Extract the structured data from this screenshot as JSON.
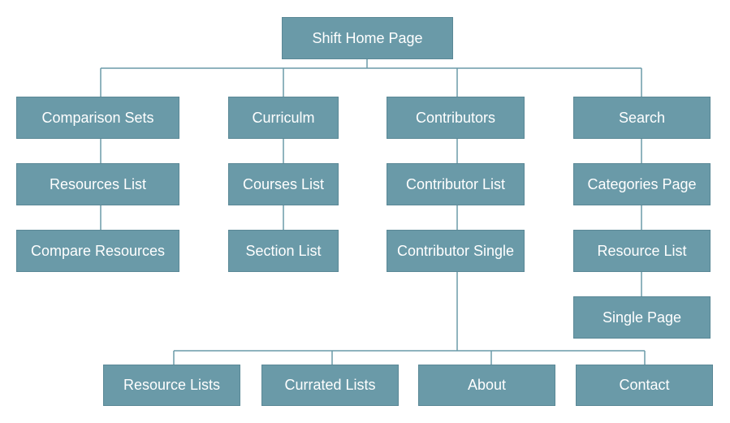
{
  "colors": {
    "node_fill": "#6a9aa8",
    "node_border": "#5a8896",
    "node_text": "#ffffff",
    "connector": "#6a9aa8",
    "background": "#ffffff"
  },
  "nodes": {
    "home": "Shift Home Page",
    "comparison_sets": "Comparison Sets",
    "resources_list": "Resources List",
    "compare_resources": "Compare Resources",
    "curriculm": "Curriculm",
    "courses_list": "Courses List",
    "section_list": "Section List",
    "contributors": "Contributors",
    "contributor_list": "Contributor List",
    "contributor_single": "Contributor Single",
    "search": "Search",
    "categories_page": "Categories Page",
    "resource_list": "Resource List",
    "single_page": "Single Page",
    "resource_lists": "Resource Lists",
    "currated_lists": "Currated Lists",
    "about": "About",
    "contact": "Contact"
  },
  "edges": [
    [
      "home",
      "comparison_sets"
    ],
    [
      "home",
      "curriculm"
    ],
    [
      "home",
      "contributors"
    ],
    [
      "home",
      "search"
    ],
    [
      "comparison_sets",
      "resources_list"
    ],
    [
      "resources_list",
      "compare_resources"
    ],
    [
      "curriculm",
      "courses_list"
    ],
    [
      "courses_list",
      "section_list"
    ],
    [
      "contributors",
      "contributor_list"
    ],
    [
      "contributor_list",
      "contributor_single"
    ],
    [
      "search",
      "categories_page"
    ],
    [
      "categories_page",
      "resource_list"
    ],
    [
      "resource_list",
      "single_page"
    ],
    [
      "contributor_single",
      "resource_lists"
    ],
    [
      "contributor_single",
      "currated_lists"
    ],
    [
      "contributor_single",
      "about"
    ],
    [
      "contributor_single",
      "contact"
    ]
  ]
}
